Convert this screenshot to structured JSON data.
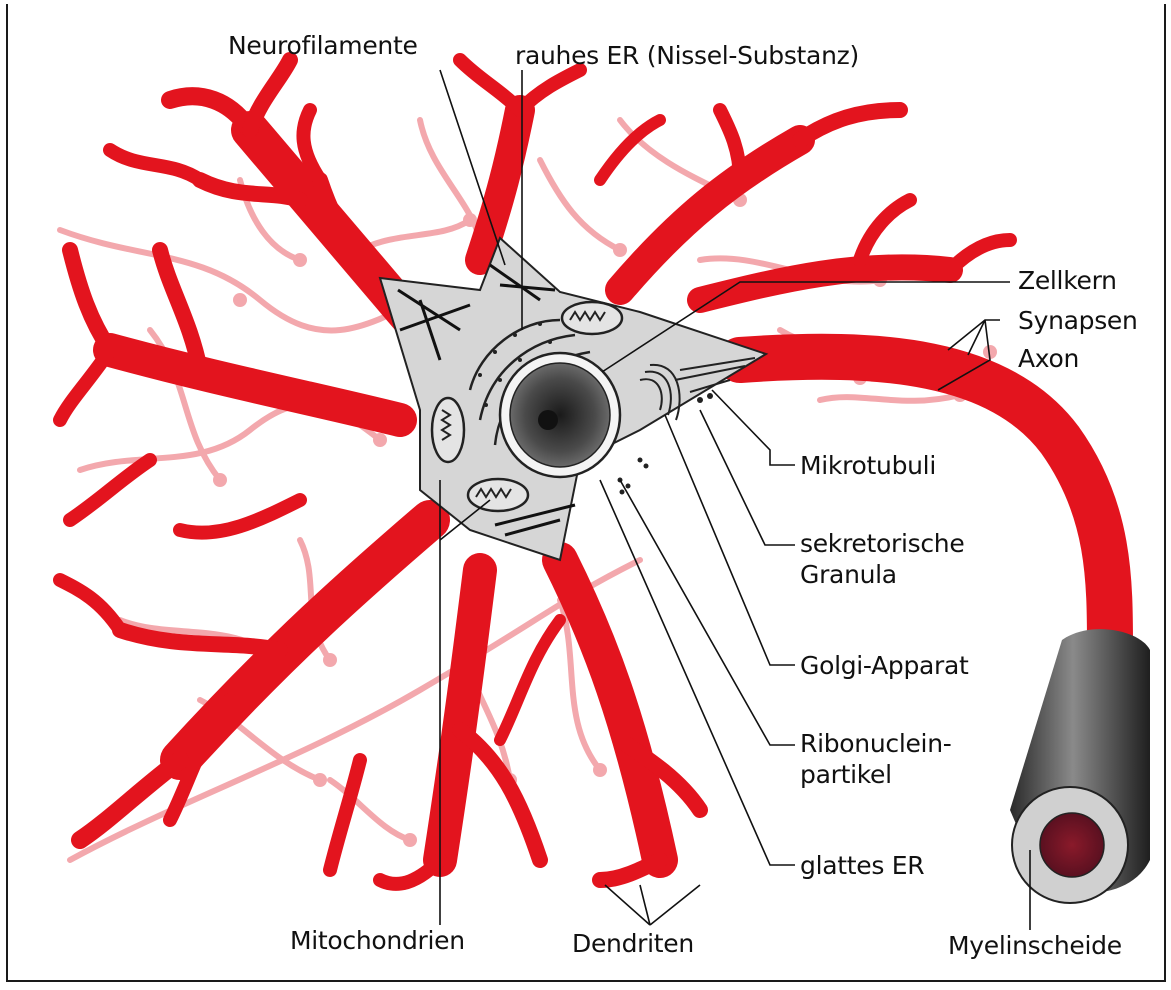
{
  "labels": {
    "neurofilamente": "Neurofilamente",
    "rauhes_er": "rauhes ER (Nissel-Substanz)",
    "zellkern": "Zellkern",
    "synapsen": "Synapsen",
    "axon": "Axon",
    "mikrotubuli": "Mikrotubuli",
    "sekretorische_line1": "sekretorische",
    "sekretorische_line2": "Granula",
    "golgi": "Golgi-Apparat",
    "ribonuclein_line1": "Ribonuclein-",
    "ribonuclein_line2": "partikel",
    "glattes_er": "glattes ER",
    "mitochondrien": "Mitochondrien",
    "dendriten": "Dendriten",
    "myelinscheide": "Myelinscheide"
  },
  "colors": {
    "dendrite_red": "#e3141e",
    "dendrite_pink": "#f3a8ad",
    "soma_gray": "#d6d6d6",
    "nucleus_dark": "#3a3a3a",
    "myelin_gray": "#5a5a5a",
    "line_black": "#111111"
  }
}
